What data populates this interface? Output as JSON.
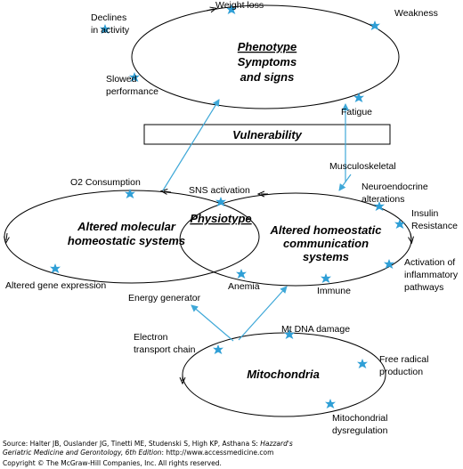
{
  "nodes": {
    "phenotype": {
      "title": "Phenotype",
      "sub1": "Symptoms",
      "sub2": "and signs"
    },
    "vulnerability": "Vulnerability",
    "molecular": {
      "line1": "Altered molecular",
      "line2": "homeostatic systems"
    },
    "physiotype": "Physiotype",
    "communication": {
      "line1": "Altered homeostatic",
      "line2": "communication",
      "line3": "systems"
    },
    "mitochondria": "Mitochondria"
  },
  "labels": {
    "weight_loss": "Weight loss",
    "weakness": "Weakness",
    "declines1": "Declines",
    "declines2": "in activity",
    "slowed1": "Slowed",
    "slowed2": "performance",
    "fatigue": "Fatigue",
    "musculoskeletal": "Musculoskeletal",
    "o2": "O2 Consumption",
    "sns": "SNS activation",
    "neuro1": "Neuroendocrine",
    "neuro2": "alterations",
    "insulin1": "Insulin",
    "insulin2": "Resistance",
    "activation1": "Activation of",
    "activation2": "inflammatory",
    "activation3": "pathways",
    "gene": "Altered gene expression",
    "anemia": "Anemia",
    "immune": "Immune",
    "energy": "Energy generator",
    "electron1": "Electron",
    "electron2": "transport chain",
    "mtdna": "Mt DNA damage",
    "radical1": "Free radical",
    "radical2": "production",
    "mito1": "Mitochondrial",
    "mito2": "dysregulation"
  },
  "footer": {
    "source_prefix": "Source: Halter JB, Ouslander JG, Tinetti ME, Studenski S, High KP, Asthana S: ",
    "source_title1": "Hazzard's",
    "source_title2": "Geriatric Medicine and Gerontology, 6th Edition",
    "source_suffix": ": http://www.accessmedicine.com",
    "copyright": "Copyright © The McGraw-Hill Companies, Inc. All rights reserved."
  },
  "colors": {
    "arrow": "#3fa8d8",
    "star": "#2f9fd6",
    "line": "#000000"
  }
}
